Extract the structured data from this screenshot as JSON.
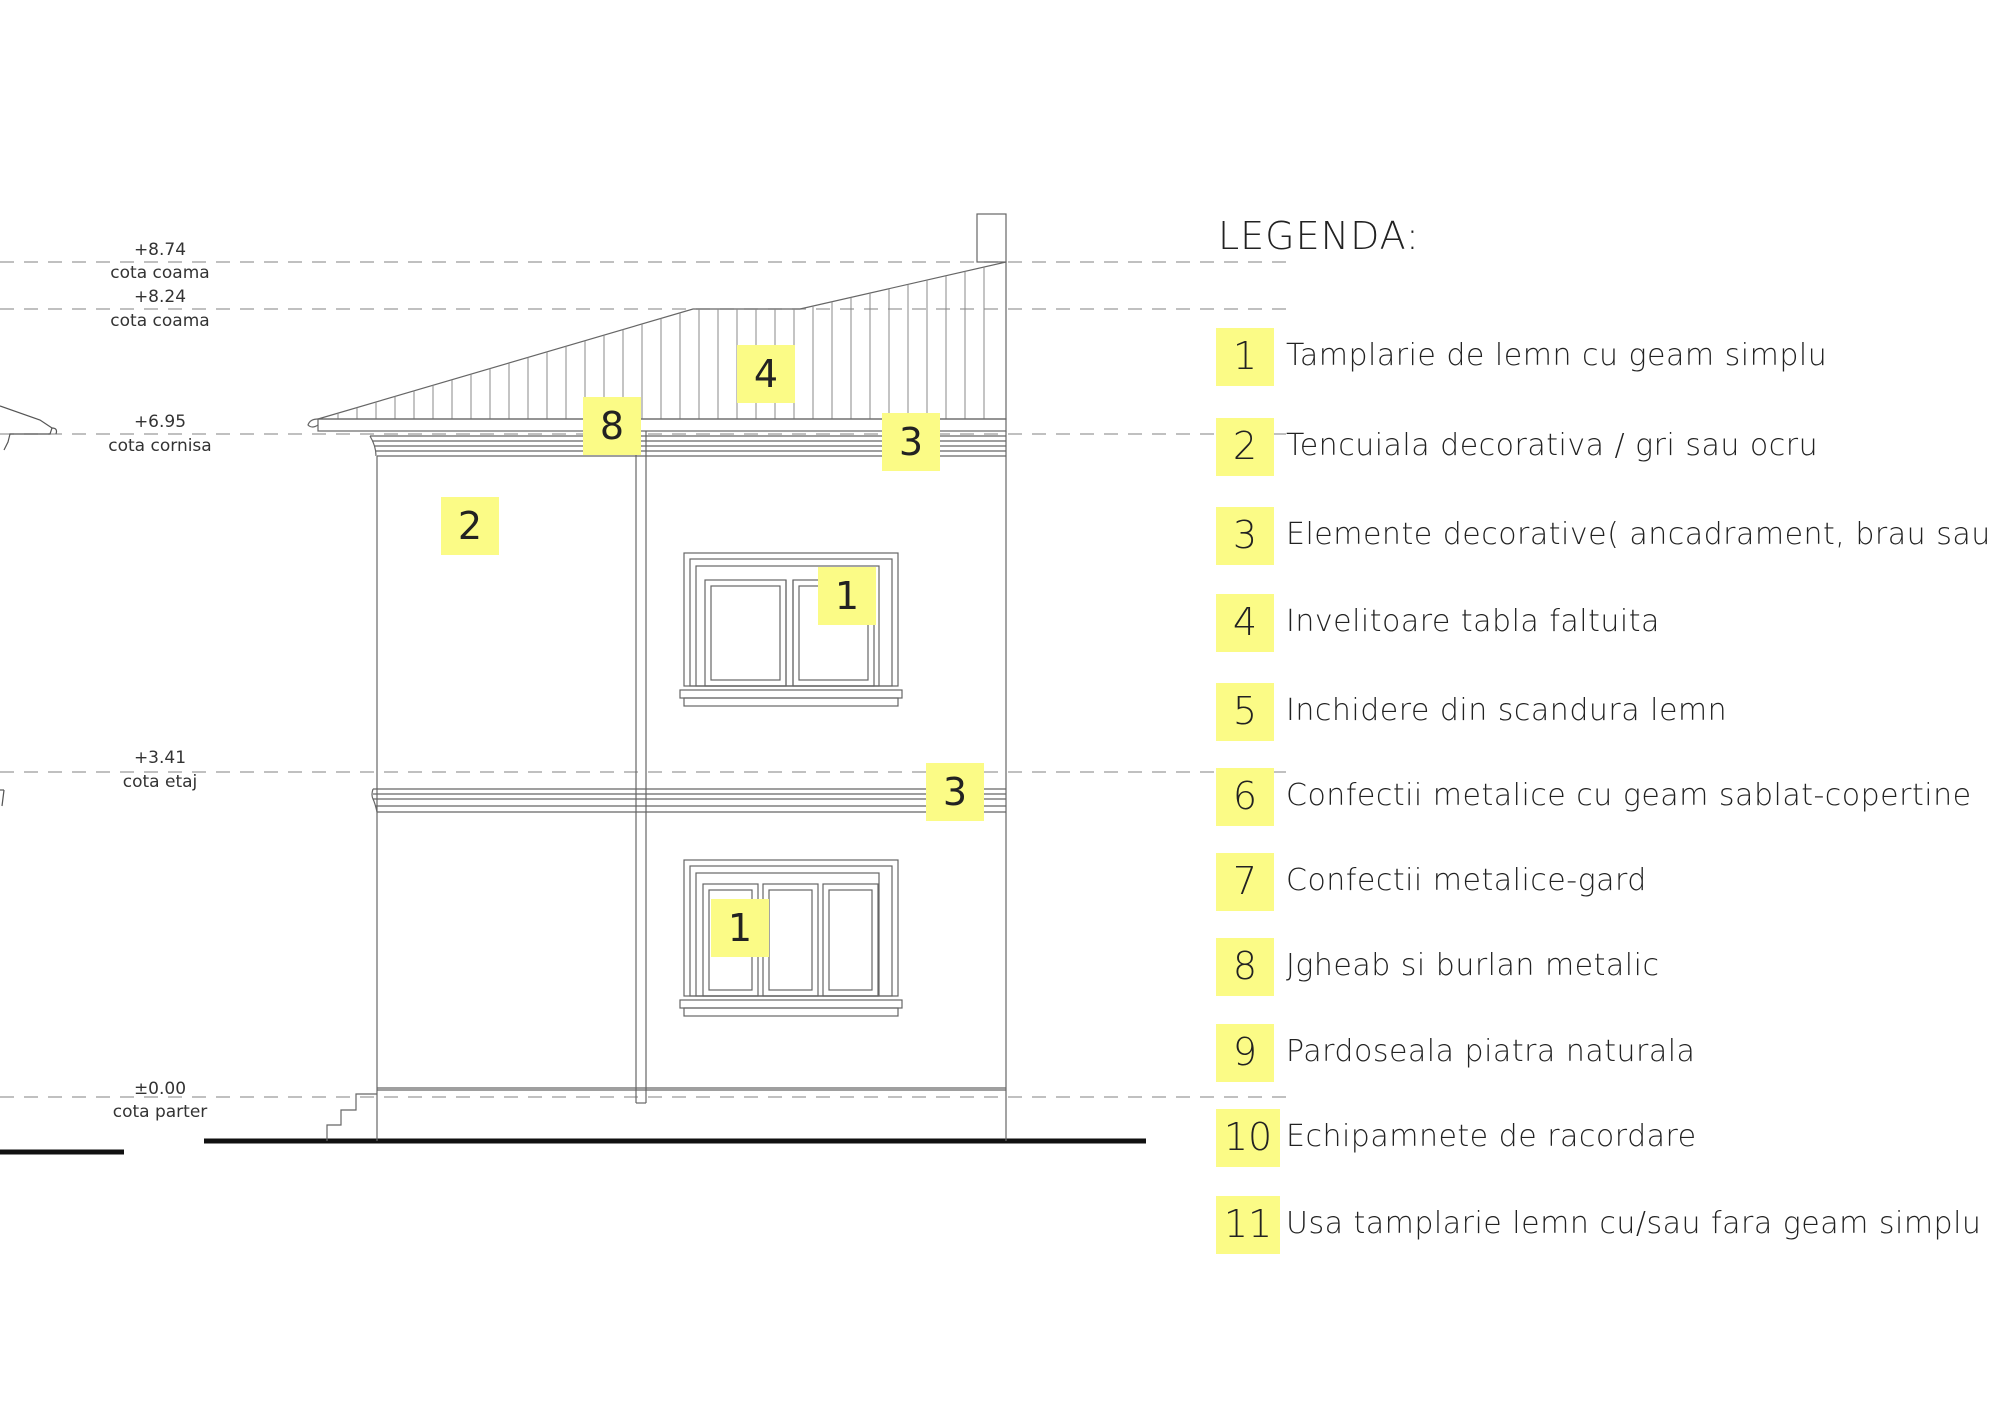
{
  "levels": [
    {
      "value": "+8.74",
      "label": "cota coama"
    },
    {
      "value": "+8.24",
      "label": "cota coama"
    },
    {
      "value": "+6.95",
      "label": "cota cornisa"
    },
    {
      "value": "+3.41",
      "label": "cota etaj"
    },
    {
      "value": "±0.00",
      "label": "cota parter"
    }
  ],
  "tags": [
    "4",
    "8",
    "3",
    "2",
    "1",
    "3",
    "1"
  ],
  "legend": {
    "title": "LEGENDA:",
    "items": [
      {
        "num": "1",
        "text": "Tamplarie de lemn cu geam simplu"
      },
      {
        "num": "2",
        "text": "Tencuiala decorativa / gri sau ocru"
      },
      {
        "num": "3",
        "text": "Elemente decorative( ancadrament, brau sau glaf"
      },
      {
        "num": "4",
        "text": "Invelitoare tabla faltuita"
      },
      {
        "num": "5",
        "text": "Inchidere din scandura lemn"
      },
      {
        "num": "6",
        "text": "Confectii metalice cu geam sablat-copertine"
      },
      {
        "num": "7",
        "text": "Confectii metalice-gard"
      },
      {
        "num": "8",
        "text": "Jgheab si burlan metalic"
      },
      {
        "num": "9",
        "text": "Pardoseala piatra naturala"
      },
      {
        "num": "10",
        "text": "Echipamnete de racordare"
      },
      {
        "num": "11",
        "text": "Usa tamplarie lemn cu/sau fara geam simplu"
      }
    ]
  },
  "colors": {
    "highlight": "#fbfb86",
    "line": "#555555"
  }
}
